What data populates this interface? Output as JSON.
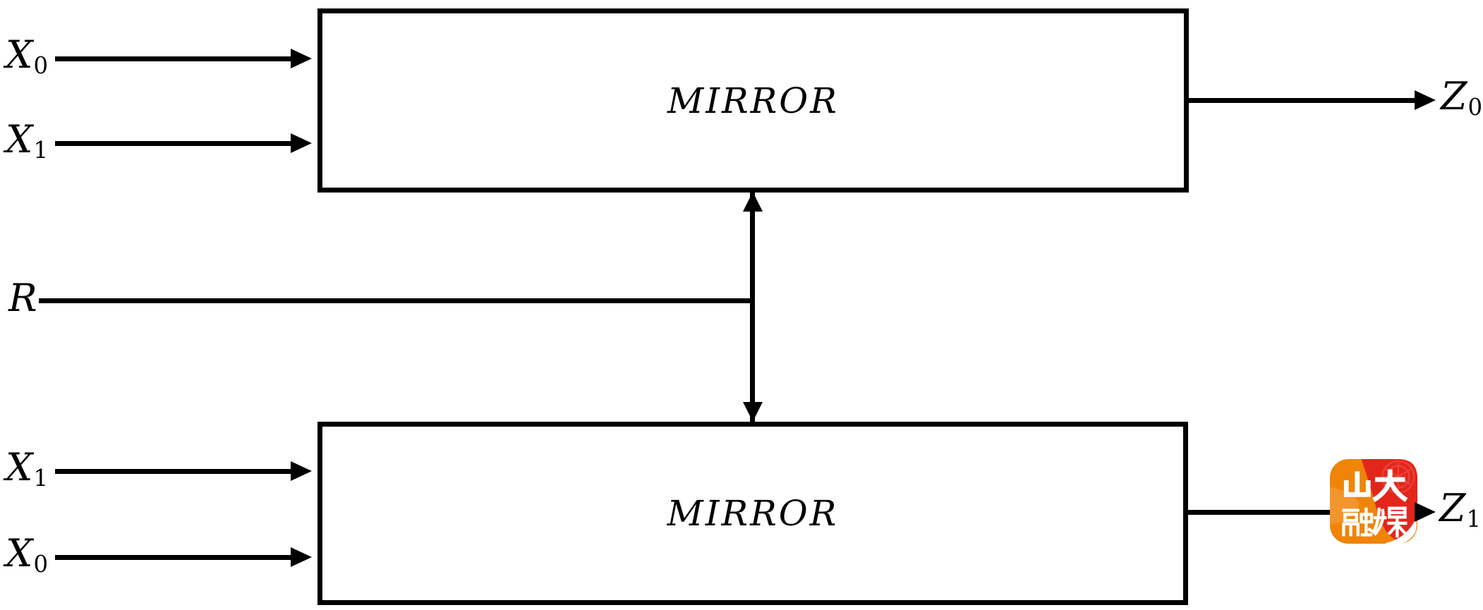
{
  "page": {
    "background": "#ffffff",
    "ink": "#000000"
  },
  "blocks": {
    "top": {
      "label": "MIRROR"
    },
    "bottom": {
      "label": "MIRROR"
    }
  },
  "signals": {
    "top_input_1": {
      "base": "X",
      "sub": "0"
    },
    "top_input_2": {
      "base": "X",
      "sub": "1"
    },
    "reset": {
      "base": "R",
      "sub": ""
    },
    "bottom_input_1": {
      "base": "X",
      "sub": "1"
    },
    "bottom_input_2": {
      "base": "X",
      "sub": "0"
    },
    "top_output": {
      "base": "Z",
      "sub": "0"
    },
    "bottom_output": {
      "base": "Z",
      "sub": "1"
    }
  },
  "watermark": {
    "name": "山大融媒",
    "chars": {
      "tl": "山",
      "tr": "大",
      "bl": "融",
      "br": "媒"
    },
    "colors": {
      "orange": "#EF8408",
      "orange_light": "#F5A54F",
      "red": "#E3261C",
      "seal": "#FF8A7A",
      "white": "#FFFFFF"
    }
  }
}
